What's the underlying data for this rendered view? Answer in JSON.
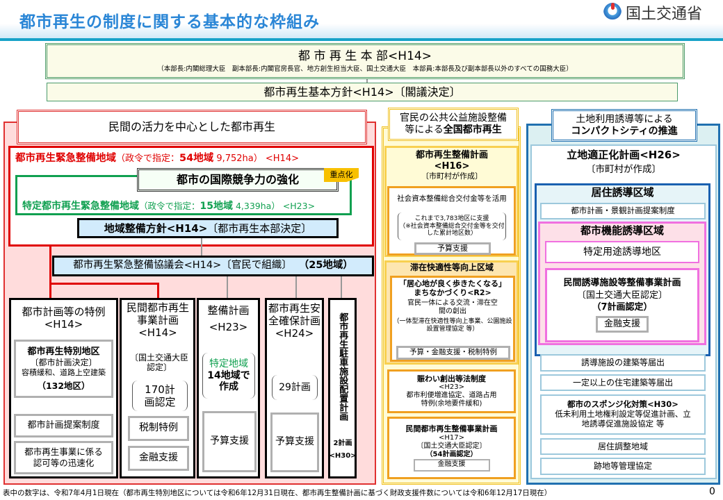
{
  "header": {
    "title": "都市再生の制度に関する基本的な枠組み",
    "ministry": "国土交通省"
  },
  "honbu": {
    "title": "都 市 再 生 本 部<H14>",
    "members": "（本部長:内閣総理大臣　副本部長:内閣官房長官、地方創生担当大臣、国土交通大臣　本部員:本部長及び副本部長以外のすべての国務大臣）"
  },
  "policy": "都市再生基本方針<H14>〔閣議決定〕",
  "left": {
    "header": "民間の活力を中心とした都市再生",
    "emergency": {
      "name": "都市再生緊急整備地域",
      "desc_a": "（政令で指定：",
      "count": "54地域",
      "desc_b": " 9,752ha） <H14>"
    },
    "competitiveness": "都市の国際競争力の強化",
    "badge": "重点化",
    "special": {
      "name": "特定都市再生緊急整備地域",
      "desc_a": "（政令で指定：",
      "count": "15地域",
      "desc_b": " 4,339ha） <H23>"
    },
    "regional_policy": {
      "bold": "地域整備方針<H14>",
      "rest": "〔都市再生本部決定〕"
    },
    "council": {
      "main": "都市再生緊急整備協議会<H14>〔官民で組織〕",
      "count": "（25地域）"
    },
    "columns": {
      "c1": {
        "title": "都市計画等の特例",
        "era": "<H14>",
        "district": "都市再生特別地区",
        "district_note": "〔都市計画決定〕",
        "district_detail": "容積緩和、道路上空建築",
        "district_count": "（132地区）",
        "proposal": "都市計画提案制度",
        "speedup": "都市再生事業に係る認可等の迅速化"
      },
      "c2": {
        "title": "民間都市再生事業計画",
        "era": "<H14>",
        "note": "〔国土交通大臣認定〕",
        "count": "170計画認定",
        "tax": "税制特例",
        "finance": "金融支援"
      },
      "c3": {
        "title": "整備計画",
        "era": "<H23>",
        "area": "特定地域",
        "count": "14地域で作成",
        "budget": "予算支援"
      },
      "c4": {
        "title": "都市再生安全確保計画",
        "era": "<H24>",
        "count": "29計画",
        "budget": "予算支援"
      },
      "c5": {
        "title": "都市再生駐車施設配置計画",
        "count": "2計画",
        "era": "<H30>"
      }
    }
  },
  "middle": {
    "header_a": "官民の公共公益施設整備",
    "header_b": "等による",
    "header_c": "全国都市再生",
    "plan": {
      "title": "都市再生整備計画",
      "era": "<H16>",
      "note": "〔市町村が作成〕",
      "grant": "社会資本整備総合交付金等を活用",
      "support_count": "これまで3,783地区に支援",
      "support_note": "（※社会資本整備総合交付金等を交付した累計地区数）",
      "budget": "予算支援"
    },
    "stay": {
      "title": "滞在快適性等向上区域",
      "name": "「居心地が良く歩きたくなる」まちなかづくり<R2>",
      "desc": "官民一体による交流・滞在空間の創出",
      "detail": "（一体型滞在快適性等向上事業、公園施設設置管理協定 等）",
      "support": "予算・金融支援・税制特例"
    },
    "vibrancy": {
      "title": "賑わい創出等法制度",
      "era": "<H23>",
      "desc": "都市利便増進協定、道路占用特例(余地要件緩和)"
    },
    "private": {
      "title": "民間都市再生整備事業計画",
      "era": "<H17>",
      "note": "〔国土交通大臣認定〕",
      "count": "（54計画認定）",
      "finance": "金融支援"
    }
  },
  "right": {
    "header_a": "土地利用誘導等による",
    "header_b": "コンパクトシティの推進",
    "plan": {
      "title": "立地適正化計画<H26>",
      "note": "〔市町村が作成〕"
    },
    "residential": {
      "title": "居住誘導区域",
      "proposal": "都市計画・景観計画提案制度"
    },
    "urban_function": {
      "title": "都市機能誘導区域",
      "special_use": "特定用途誘導地区",
      "private_plan": "民間誘導施設等整備事業計画",
      "private_note": "〔国土交通大臣認定〕",
      "private_count": "（7計画認定）",
      "finance": "金融支援"
    },
    "items": [
      "誘導施設の建築等届出",
      "一定以上の住宅建築等届出"
    ],
    "sponge": {
      "title": "都市のスポンジ化対策<H30>",
      "desc": "低未利用土地権利設定等促進計画、立地誘導促進施設協定 等"
    },
    "items2": [
      "居住調整地域",
      "跡地等管理協定"
    ]
  },
  "footer": {
    "note": "表中の数字は、令和7年4月1日現在（都市再生特別地区については令和6年12月31日現在、都市再生整備計画に基づく財政支援件数については令和6年12月17日現在）",
    "page": "0"
  },
  "colors": {
    "red": "#e00000",
    "green": "#10a050",
    "yellow": "#f0c020",
    "orange": "#f0a020",
    "blue": "#2070b0",
    "pink": "#f070e0"
  }
}
